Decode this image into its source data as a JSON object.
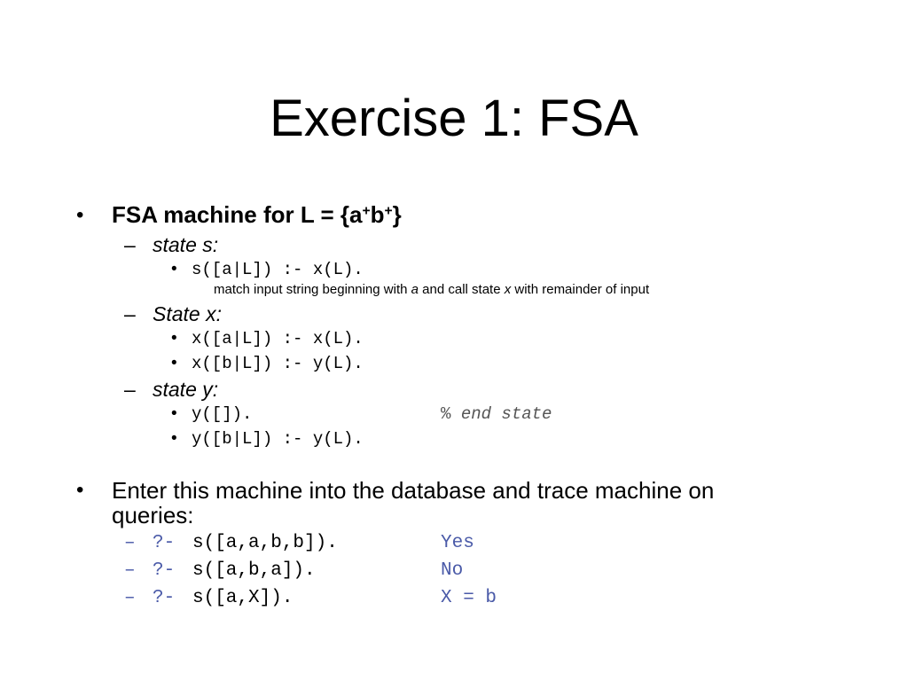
{
  "title": "Exercise 1: FSA",
  "bullet_char": "•",
  "dash_char": "–",
  "b1": {
    "label_pre": "FSA machine for L = {a",
    "sup1": "+",
    "mid": "b",
    "sup2": "+",
    "post": "}"
  },
  "state_s": {
    "label": "state s:",
    "rule": "s([a|L]) :- x(L).",
    "note_pre": "match input string beginning with ",
    "note_a": "a",
    "note_mid": " and call state ",
    "note_x": "x",
    "note_post": " with remainder of input"
  },
  "state_x": {
    "label": "State x:",
    "rule1": "x([a|L]) :- x(L).",
    "rule2": "x([b|L]) :- y(L)."
  },
  "state_y": {
    "label": "state y:",
    "rule1": "y([]).",
    "rule1_comment_mark": "%",
    "rule1_comment": "end state",
    "rule2": "y([b|L]) :- y(L)."
  },
  "b2": {
    "line1": "Enter this machine into the database and trace machine on",
    "line2": "queries:"
  },
  "queries": [
    {
      "dash": "–",
      "prompt": "?-",
      "query": "s([a,a,b,b]).",
      "result": "Yes"
    },
    {
      "dash": "–",
      "prompt": "?-",
      "query": "s([a,b,a]).",
      "result": "No"
    },
    {
      "dash": "–",
      "prompt": "?-",
      "query": "s([a,X]).",
      "result": "X = b"
    }
  ],
  "colors": {
    "query_accent": "#4a5aa8",
    "comment": "#555555"
  }
}
